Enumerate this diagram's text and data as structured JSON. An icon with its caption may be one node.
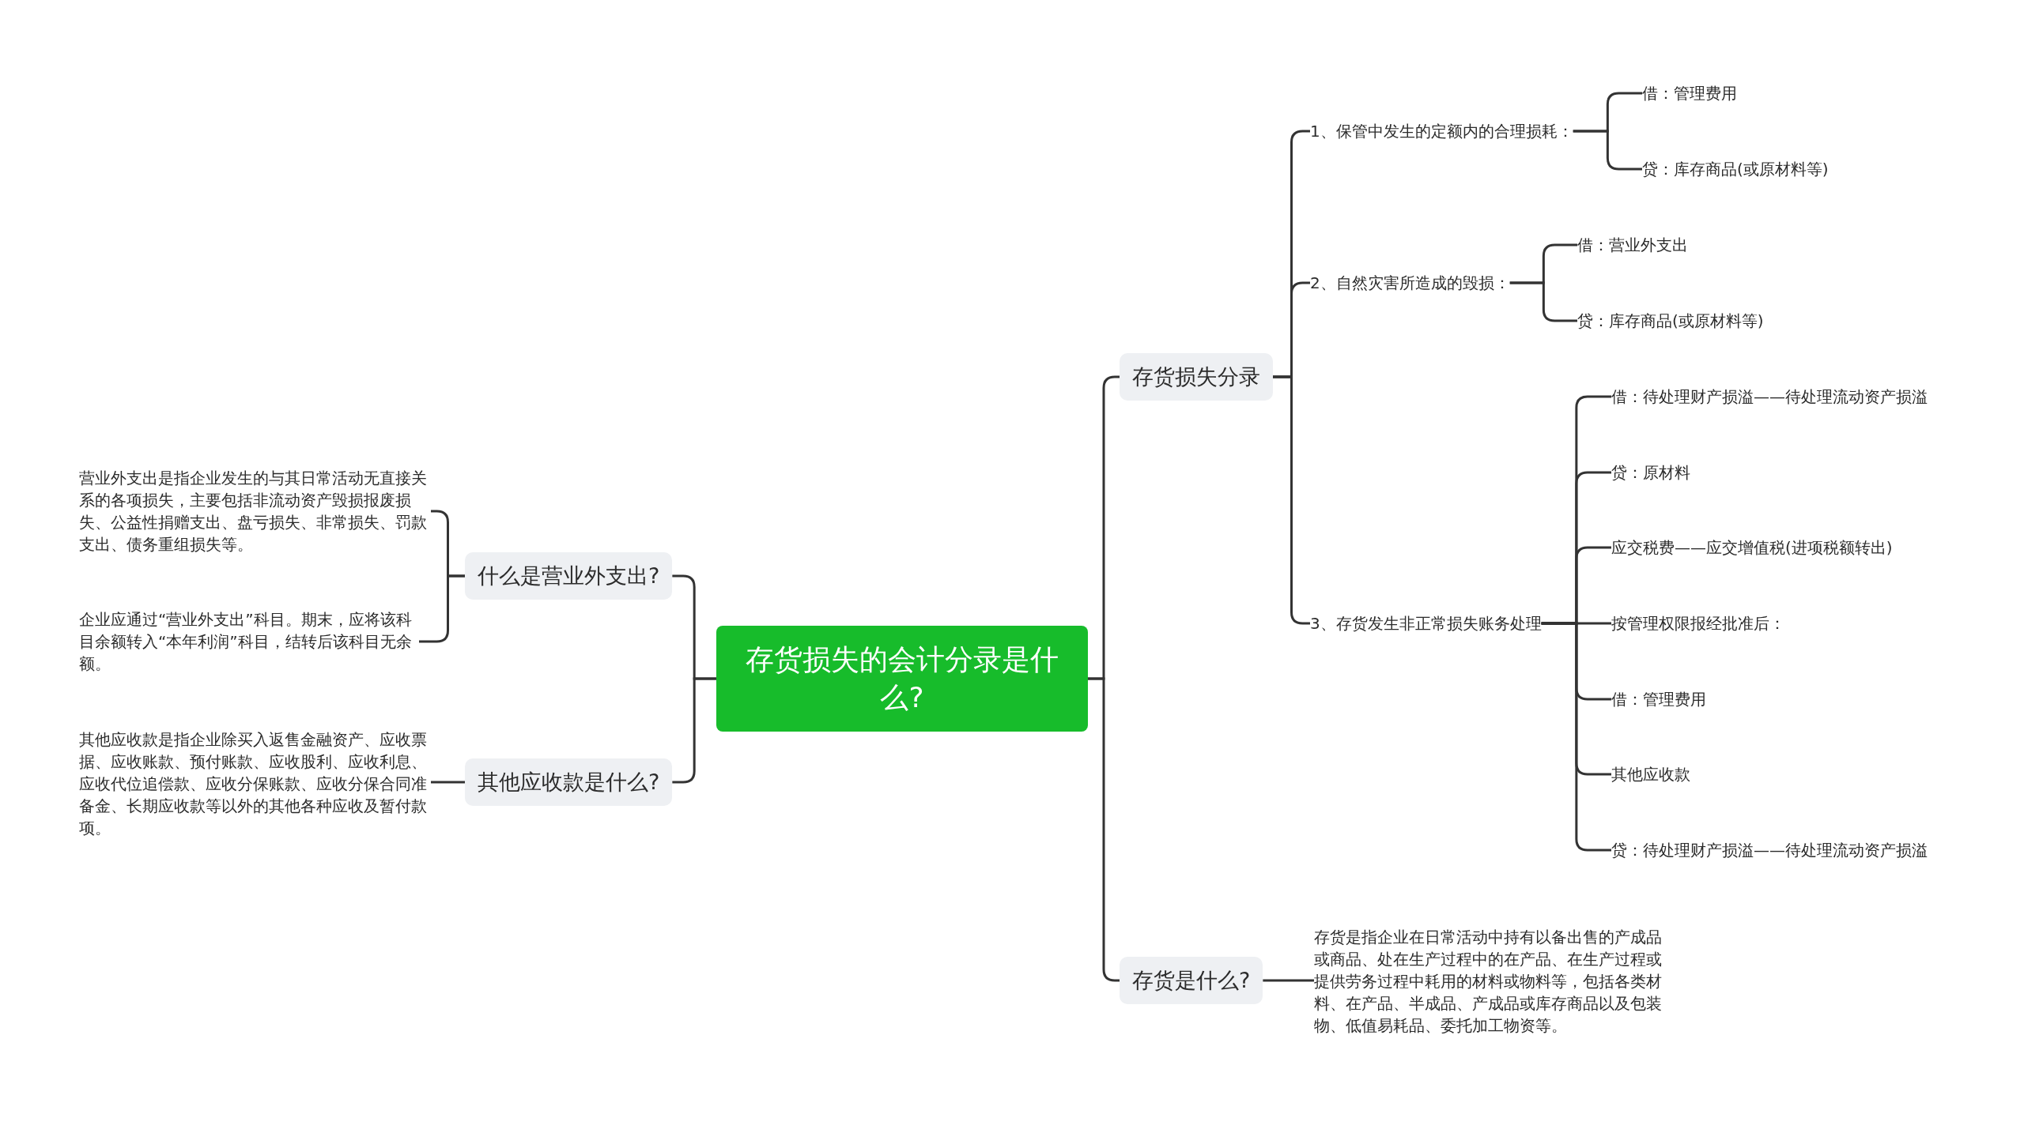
{
  "diagram": {
    "nodes": [
      {
        "text": [
          "存货损失的会计分录是什么?"
        ]
      },
      {
        "text": [
          "什么是营业外支出?"
        ]
      },
      {
        "text": [
          "营业外支出是指企业发生的与其日常活动无直接关系的各项损失，主要包括非流动资产毁损报废损失、公益性捐赠支出、盘亏损失、非常损失、罚款支出、债务重组损失等。"
        ]
      },
      {
        "text": [
          "企业应通过“营业外支出”科目。期末，应将该科目余额转入“本年利润”科目，结转后该科目无余额。"
        ]
      },
      {
        "text": [
          "其他应收款是什么?"
        ]
      },
      {
        "text": [
          "其他应收款是指企业除买入返售金融资产、应收票据、应收账款、预付账款、应收股利、应收利息、应收代位追偿款、应收分保账款、应收分保合同准备金、长期应收款等以外的其他各种应收及暂付款项。"
        ]
      },
      {
        "text": [
          "存货损失分录"
        ]
      },
      {
        "text": [
          "1、保管中发生的定额内的合理损耗："
        ]
      },
      {
        "text": [
          "借：管理费用"
        ]
      },
      {
        "text": [
          "贷：库存商品(或原材料等)"
        ]
      },
      {
        "text": [
          "2、自然灾害所造成的毁损："
        ]
      },
      {
        "text": [
          "借：营业外支出"
        ]
      },
      {
        "text": [
          "贷：库存商品(或原材料等)"
        ]
      },
      {
        "text": [
          "3、存货发生非正常损失账务处理"
        ]
      },
      {
        "text": [
          "借：待处理财产损溢——待处理流动资产损溢"
        ]
      },
      {
        "text": [
          "贷：原材料"
        ]
      },
      {
        "text": [
          "应交税费——应交增值税(进项税额转出)"
        ]
      },
      {
        "text": [
          "按管理权限报经批准后："
        ]
      },
      {
        "text": [
          "借：管理费用"
        ]
      },
      {
        "text": [
          "其他应收款"
        ]
      },
      {
        "text": [
          "贷：待处理财产损溢——待处理流动资产损溢"
        ]
      },
      {
        "text": [
          "存货是什么?"
        ]
      },
      {
        "text": [
          "存货是指企业在日常活动中持有以备出售的产成品或商品、处在生产过程中的在产品、在生产过程或提供劳务过程中耗用的材料或物料等，包括各类材料、在产品、半成品、产成品或库存商品以及包装物、低值易耗品、委托加工物资等。"
        ]
      }
    ],
    "edges": [
      {
        "from": 0,
        "to": 1,
        "arrow": "none"
      },
      {
        "from": 1,
        "to": 2,
        "arrow": "none"
      },
      {
        "from": 1,
        "to": 3,
        "arrow": "none"
      },
      {
        "from": 0,
        "to": 4,
        "arrow": "none"
      },
      {
        "from": 4,
        "to": 5,
        "arrow": "none"
      },
      {
        "from": 0,
        "to": 6,
        "arrow": "none"
      },
      {
        "from": 6,
        "to": 7,
        "arrow": "none"
      },
      {
        "from": 7,
        "to": 8,
        "arrow": "none"
      },
      {
        "from": 7,
        "to": 9,
        "arrow": "none"
      },
      {
        "from": 6,
        "to": 10,
        "arrow": "none"
      },
      {
        "from": 10,
        "to": 11,
        "arrow": "none"
      },
      {
        "from": 10,
        "to": 12,
        "arrow": "none"
      },
      {
        "from": 6,
        "to": 13,
        "arrow": "none"
      },
      {
        "from": 13,
        "to": 14,
        "arrow": "none"
      },
      {
        "from": 13,
        "to": 15,
        "arrow": "none"
      },
      {
        "from": 13,
        "to": 16,
        "arrow": "none"
      },
      {
        "from": 13,
        "to": 17,
        "arrow": "none"
      },
      {
        "from": 13,
        "to": 18,
        "arrow": "none"
      },
      {
        "from": 13,
        "to": 19,
        "arrow": "none"
      },
      {
        "from": 13,
        "to": 20,
        "arrow": "none"
      },
      {
        "from": 0,
        "to": 21,
        "arrow": "none"
      },
      {
        "from": 21,
        "to": 22,
        "arrow": "none"
      }
    ]
  }
}
